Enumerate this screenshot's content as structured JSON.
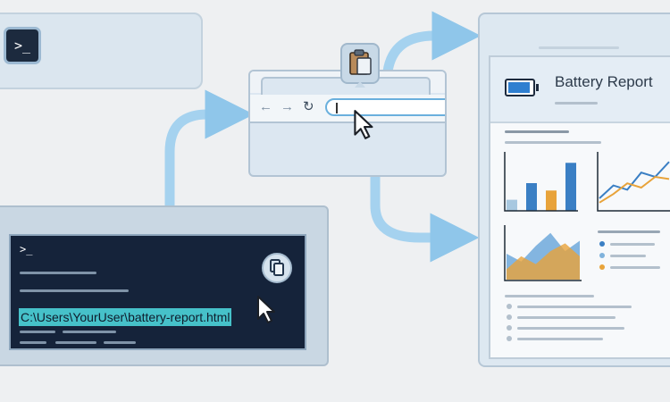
{
  "terminal": {
    "prompt_symbol": ">_",
    "path_text": "C:\\Users\\YourUser\\battery-report.html"
  },
  "launcher": {
    "prompt_symbol": ">_"
  },
  "report": {
    "title": "Battery Report"
  },
  "icons": [
    "terminal-icon",
    "copy-icon",
    "clipboard-icon",
    "cursor-icon",
    "battery-icon",
    "back-arrow-icon",
    "forward-arrow-icon",
    "refresh-icon"
  ],
  "colors": {
    "background": "#eef0f2",
    "terminal_bg": "#15233a",
    "highlight": "#46c1c9",
    "accent_blue": "#3a7fc4",
    "accent_orange": "#e8a33a",
    "arrow": "#8fc6ea"
  },
  "chart_data": [
    {
      "type": "bar",
      "values": [
        12,
        30,
        22,
        52
      ],
      "ylim": [
        0,
        60
      ],
      "colors": [
        "#a8c8e0",
        "#3a7fc4",
        "#e8a33a",
        "#3a7fc4"
      ]
    },
    {
      "type": "line",
      "series": [
        {
          "values": [
            10,
            22,
            18,
            34,
            30,
            44
          ]
        },
        {
          "values": [
            6,
            14,
            24,
            20,
            30,
            28
          ]
        }
      ],
      "ylim": [
        0,
        50
      ]
    },
    {
      "type": "area",
      "series": [
        {
          "values": [
            20,
            14,
            26,
            36,
            22,
            30
          ]
        },
        {
          "values": [
            8,
            18,
            12,
            22,
            28,
            18
          ]
        }
      ],
      "ylim": [
        0,
        40
      ]
    }
  ]
}
